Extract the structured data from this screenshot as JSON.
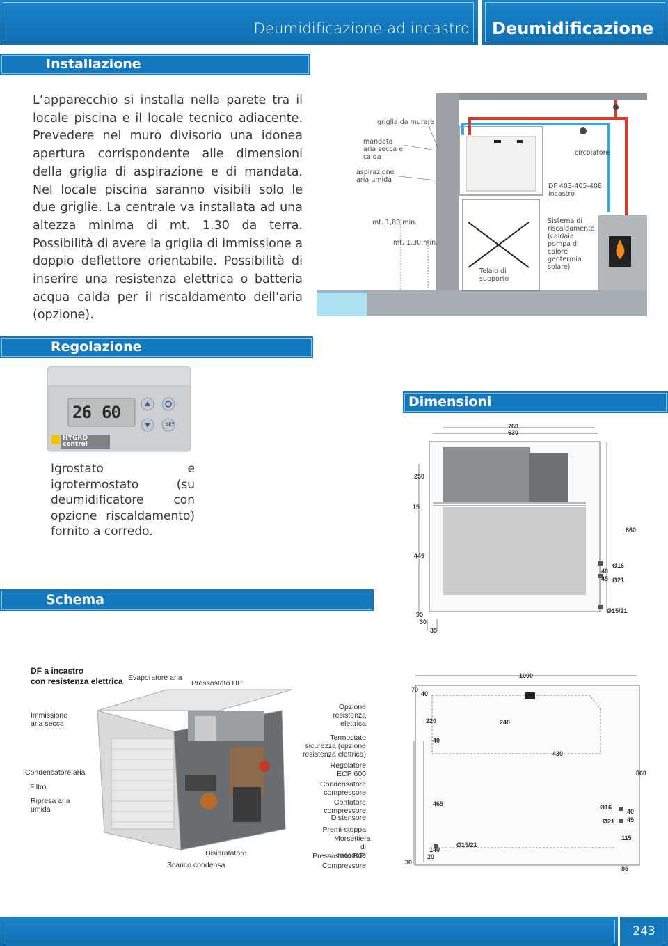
{
  "header": {
    "subtitle": "Deumidificazione ad incastro",
    "title": "Deumidificazione"
  },
  "installazione": {
    "heading": "Installazione",
    "body": "L’apparecchio si installa nella parete tra il locale piscina e il locale tecnico adiacente. Prevedere nel muro divisorio una idonea apertura corrispondente alle dimensioni della griglia di aspirazione e di mandata. Nel locale piscina saranno visibili solo le due griglie. La centrale va installata ad una altezza minima di mt. 1.30 da terra. Possibilità di avere la griglia di immissione a doppio deflettore orientabile. Possibilità di inserire una resistenza elettrica o batteria acqua calda per il riscaldamento dell’aria (opzione)."
  },
  "install_diagram": {
    "griglia": "griglia da murare",
    "mandata": "mandata aria secca e calda",
    "aspirazione": "aspirazione aria umida",
    "h180": "mt. 1,80 min.",
    "h130": "mt. 1,30 min.",
    "telaio": "Telaio di supporto",
    "circolatore": "circolatore",
    "df": "DF 403-405-408 incastro",
    "sistema": "Sistema di riscaldamento (caldaia pompa di calore geotermia solare)"
  },
  "regolazione": {
    "heading": "Regolazione",
    "body": "Igrostato e igrotermostato (su deumidificatore con opzione riscaldamento) fornito a corredo.",
    "display_temp": "26",
    "display_hum": "60",
    "brand": "HYGRO control",
    "set_label": "SET"
  },
  "dimensioni": {
    "heading": "Dimensioni",
    "front": [
      "760",
      "630",
      "250",
      "15",
      "860",
      "445",
      "Ø16",
      "40",
      "45",
      "Ø21",
      "95",
      "30",
      "35",
      "Ø15/21"
    ],
    "top": [
      "1000",
      "70",
      "40",
      "220",
      "240",
      "40",
      "430",
      "860",
      "465",
      "Ø16",
      "40",
      "Ø21",
      "45",
      "115",
      "Ø15/21",
      "140",
      "20",
      "30",
      "85"
    ]
  },
  "schema": {
    "heading": "Schema",
    "title": "DF a incastro\ncon resistenza elettrica",
    "labels_left": [
      "Immissione aria secca",
      "Condensatore aria",
      "Filtro",
      "Ripresa aria umida"
    ],
    "labels_top": [
      "Evaporatore aria",
      "Pressostato HP"
    ],
    "labels_bottom": [
      "Disidratatore",
      "Scarico condensa"
    ],
    "labels_right": [
      "Opzione resistenza elettrica",
      "Termostato sicurezza (opzione resistenza elettrica)",
      "Regolatore ECP 600",
      "Condensatore compressore",
      "Contatore compressore",
      "Distensore",
      "Premi-stoppa",
      "Morsettiera di raccordo",
      "Pressostato B.P.",
      "Compressore"
    ]
  },
  "footer": {
    "page": "243"
  },
  "colors": {
    "brand_blue": "#1478bf",
    "pipe_red": "#d83a2a",
    "pipe_blue": "#38a8e0"
  }
}
